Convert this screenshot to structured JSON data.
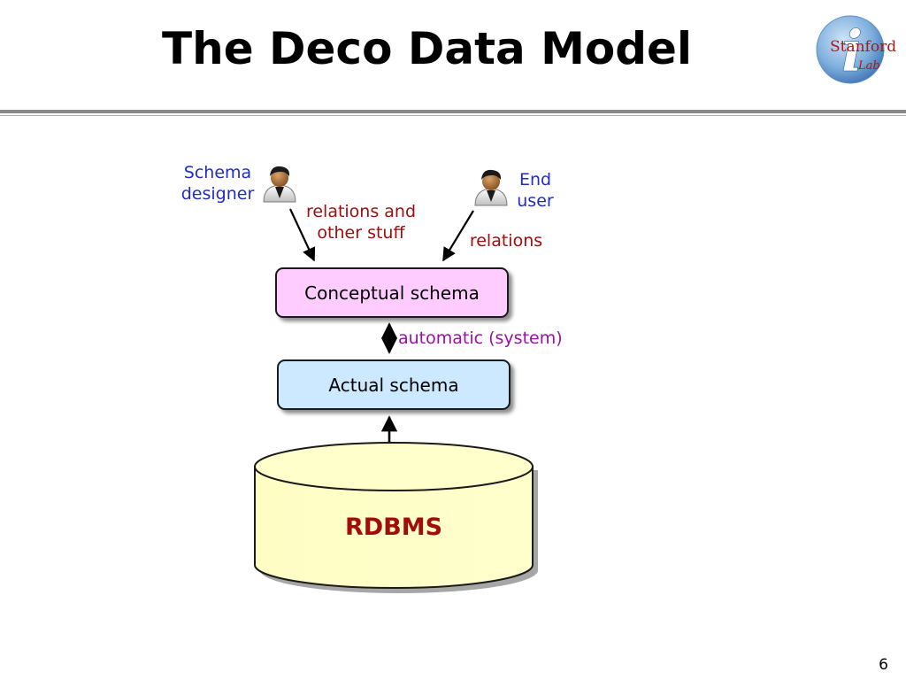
{
  "slide": {
    "title": "The Deco Data Model",
    "page_number": "6"
  },
  "logo": {
    "name": "stanford-infolab-logo",
    "text_main": "Stanford",
    "text_sub": "Lab",
    "glyph": "i"
  },
  "actors": {
    "schema_designer": {
      "line1": "Schema",
      "line2": "designer",
      "icon": "person-icon"
    },
    "end_user": {
      "line1": "End",
      "line2": "user",
      "icon": "person-icon"
    }
  },
  "edges": {
    "designer_label_line1": "relations and",
    "designer_label_line2": "other stuff",
    "user_label": "relations",
    "automatic_label": "automatic (system)"
  },
  "nodes": {
    "conceptual_schema": "Conceptual schema",
    "actual_schema": "Actual schema",
    "rdbms": "RDBMS"
  },
  "colors": {
    "actor_text": "#1f2ad1",
    "edge_text": "#a10d0d",
    "auto_text": "#9a10a6",
    "conceptual_fill": "#ffccff",
    "actual_fill": "#cce9ff",
    "db_fill": "#ffffcc"
  }
}
